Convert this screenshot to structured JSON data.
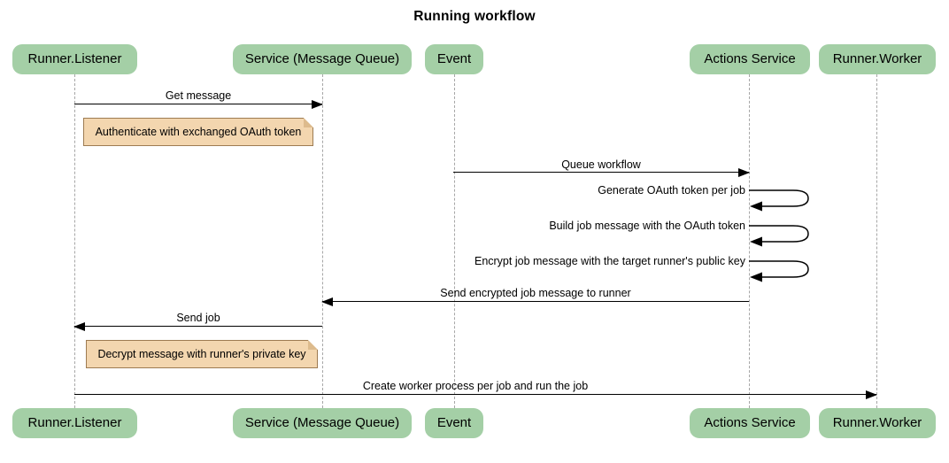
{
  "title": "Running workflow",
  "actors": [
    {
      "id": "runner-listener",
      "label": "Runner.Listener"
    },
    {
      "id": "service-message-queue",
      "label": "Service (Message Queue)"
    },
    {
      "id": "event",
      "label": "Event"
    },
    {
      "id": "actions-service",
      "label": "Actions Service"
    },
    {
      "id": "runner-worker",
      "label": "Runner.Worker"
    }
  ],
  "messages": [
    {
      "label": "Get message",
      "from": "Runner.Listener",
      "to": "Service (Message Queue)",
      "type": "arrow"
    },
    {
      "label": "Queue workflow",
      "from": "Event",
      "to": "Actions Service",
      "type": "arrow"
    },
    {
      "label": "Generate OAuth token per job",
      "from": "Actions Service",
      "to": "Actions Service",
      "type": "self"
    },
    {
      "label": "Build job message with the OAuth token",
      "from": "Actions Service",
      "to": "Actions Service",
      "type": "self"
    },
    {
      "label": "Encrypt job message with the target runner's public key",
      "from": "Actions Service",
      "to": "Actions Service",
      "type": "self"
    },
    {
      "label": "Send encrypted job message to runner",
      "from": "Actions Service",
      "to": "Service (Message Queue)",
      "type": "arrow"
    },
    {
      "label": "Send job",
      "from": "Service (Message Queue)",
      "to": "Runner.Listener",
      "type": "arrow"
    },
    {
      "label": "Create worker process per job and run the job",
      "from": "Runner.Listener",
      "to": "Runner.Worker",
      "type": "arrow"
    }
  ],
  "notes": [
    {
      "text": "Authenticate with exchanged OAuth token",
      "anchor": "Runner.Listener"
    },
    {
      "text": "Decrypt message with runner's private key",
      "anchor": "Runner.Listener"
    }
  ],
  "colors": {
    "actor_fill": "#A4CFA6",
    "note_fill": "#F3D6AF",
    "note_border": "#9D7B52",
    "lifeline": "#A6A6A6",
    "arrow": "#000000",
    "background": "#FFFFFF",
    "text": "#000000"
  }
}
